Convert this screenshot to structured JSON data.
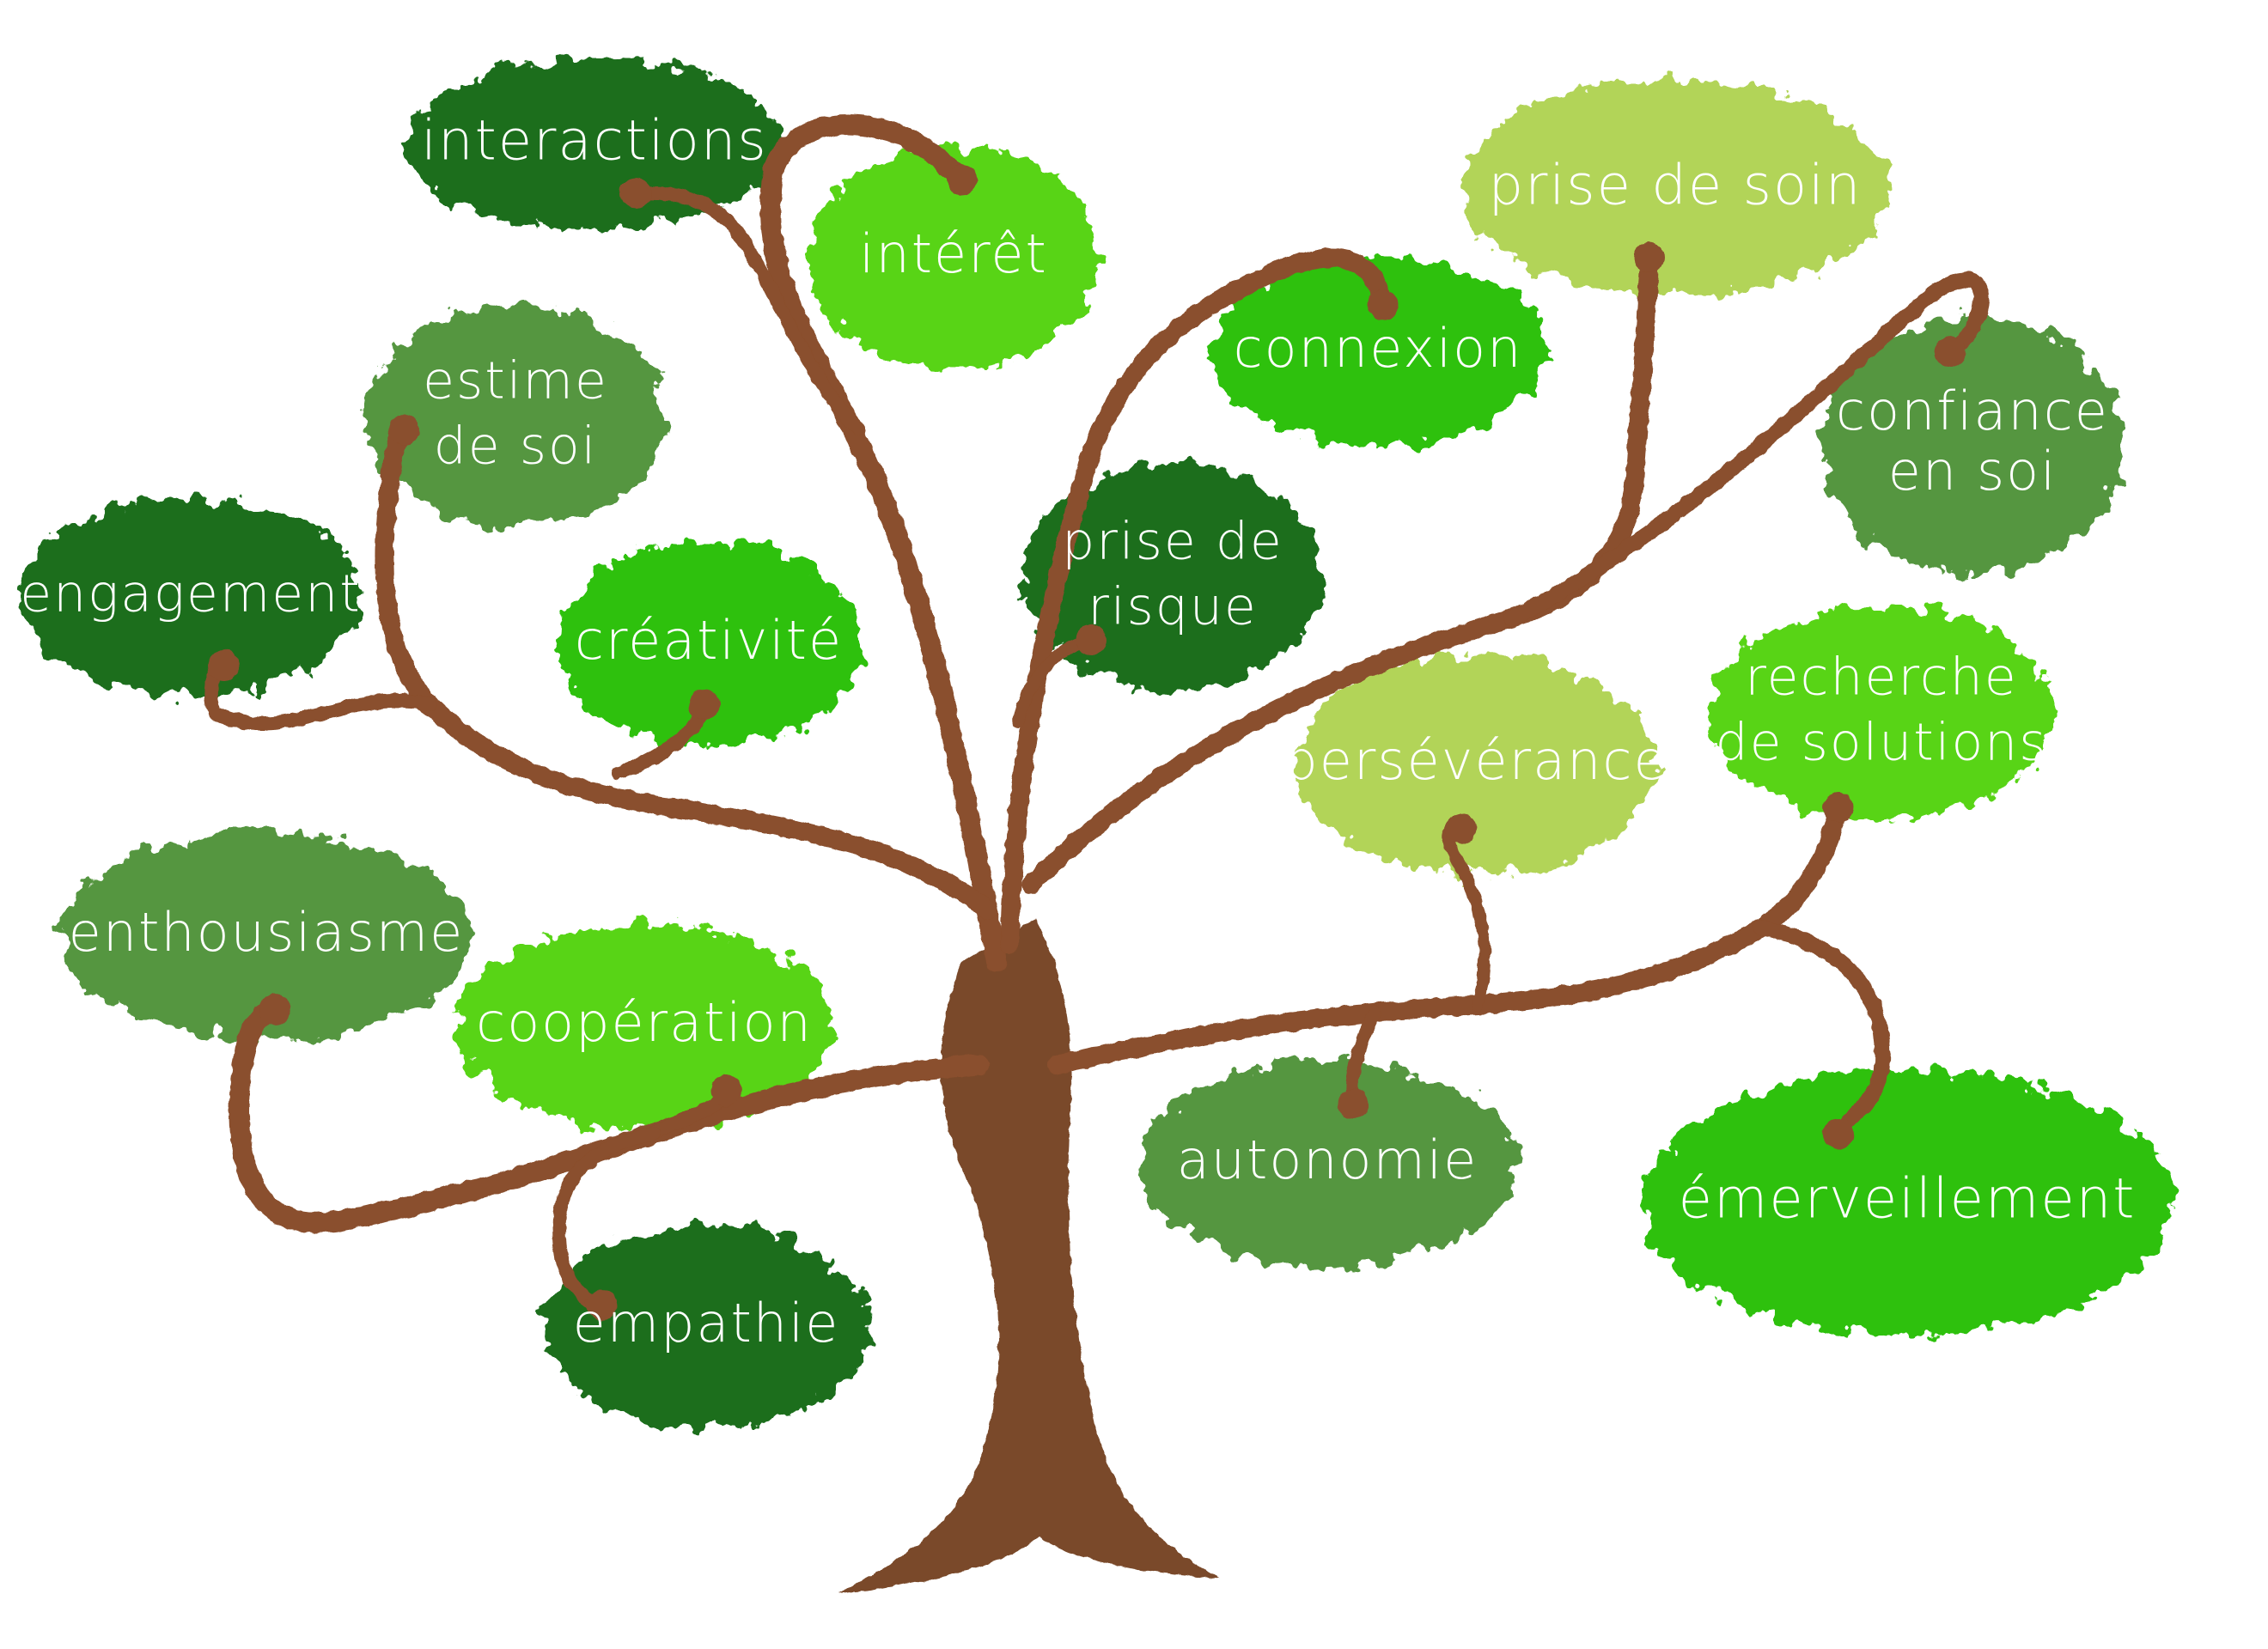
{
  "colors": {
    "trunk": "#7a4a2a",
    "branch": "#8a4f2d",
    "dark_green": "#1b6e1e",
    "mid_green": "#55963f",
    "bright_green": "#2fc10f",
    "light_green": "#58d418",
    "pale_green": "#b2d458",
    "text": "#ffffff",
    "background": "#ffffff"
  },
  "leaves": [
    {
      "id": "interactions",
      "lines": [
        "interactions"
      ],
      "tone": "dark_green"
    },
    {
      "id": "interet",
      "lines": [
        "intérêt"
      ],
      "tone": "light_green"
    },
    {
      "id": "connexion",
      "lines": [
        "connexion"
      ],
      "tone": "bright_green"
    },
    {
      "id": "prise-de-soin",
      "lines": [
        "prise de soin"
      ],
      "tone": "pale_green"
    },
    {
      "id": "confiance-en-soi",
      "lines": [
        "confiance",
        "en soi"
      ],
      "tone": "mid_green"
    },
    {
      "id": "estime-de-soi",
      "lines": [
        "estime",
        "de soi"
      ],
      "tone": "mid_green"
    },
    {
      "id": "engagement",
      "lines": [
        "engagement"
      ],
      "tone": "dark_green"
    },
    {
      "id": "creativite",
      "lines": [
        "créativité"
      ],
      "tone": "bright_green"
    },
    {
      "id": "prise-de-risque",
      "lines": [
        "prise de",
        "risque"
      ],
      "tone": "dark_green"
    },
    {
      "id": "perseverance",
      "lines": [
        "persévérance"
      ],
      "tone": "pale_green"
    },
    {
      "id": "recherche-de-solutions",
      "lines": [
        "recherche",
        "de solutions"
      ],
      "tone": "light_green"
    },
    {
      "id": "enthousiasme",
      "lines": [
        "enthousiasme"
      ],
      "tone": "mid_green"
    },
    {
      "id": "cooperation",
      "lines": [
        "coopération"
      ],
      "tone": "light_green"
    },
    {
      "id": "autonomie",
      "lines": [
        "autonomie"
      ],
      "tone": "mid_green"
    },
    {
      "id": "emerveillement",
      "lines": [
        "émerveillement"
      ],
      "tone": "bright_green"
    },
    {
      "id": "empathie",
      "lines": [
        "empathie"
      ],
      "tone": "dark_green"
    }
  ]
}
